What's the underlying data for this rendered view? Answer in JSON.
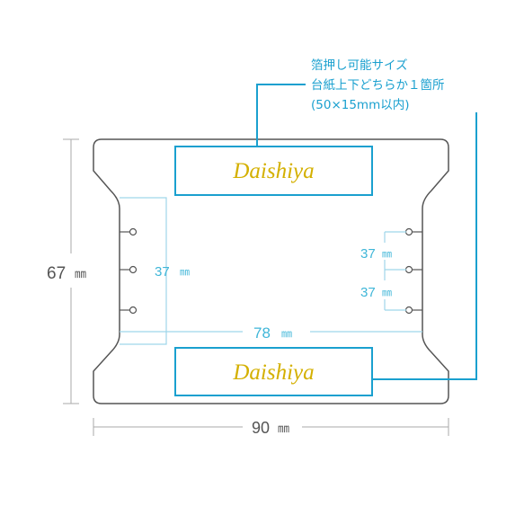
{
  "annotation": {
    "line1": "箔押し可能サイズ",
    "line2": "台紙上下どちらか１箇所",
    "line3": "(50×15mm以内)"
  },
  "card": {
    "logo_text": "Daishiya"
  },
  "dimensions": {
    "height_label": "67",
    "width_label": "90",
    "inner_width_label": "78",
    "left_hole_span_label": "37",
    "right_hole_span_top_label": "37",
    "right_hole_span_bottom_label": "37",
    "unit": "㎜"
  },
  "colors": {
    "outline": "#555555",
    "accent": "#1aa0cf",
    "guide": "#9fd6ea",
    "gold": "#d4b000"
  }
}
